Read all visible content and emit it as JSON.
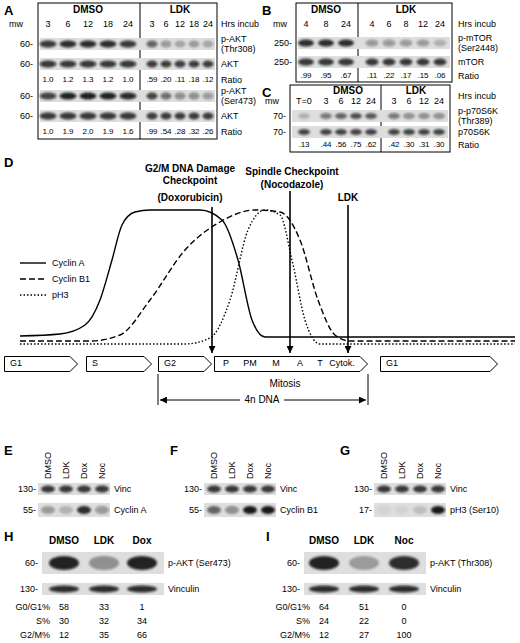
{
  "diagram": {
    "nodes": [
      {
        "text": [
          "G1"
        ]
      },
      {
        "text": [
          "S"
        ]
      },
      {
        "text": [
          "G2"
        ]
      },
      {
        "text": [
          "P",
          "PM",
          "M",
          "A",
          "T",
          "Cytok."
        ]
      },
      {
        "text": [
          "G1"
        ]
      }
    ],
    "labels": [
      "A",
      "DMSO",
      "LDK",
      "Hrs incub",
      "mw",
      "3",
      "6",
      "12",
      "18",
      "24",
      "3",
      "6",
      "12",
      "18",
      "24",
      "60-",
      "p-AKT (Thr308)",
      "60-",
      "AKT",
      "1.0",
      "1.2",
      "1.3",
      "1.2",
      "1.0",
      ".59",
      ".20",
      ".11",
      ".18",
      ".12",
      "Ratio",
      "60-",
      "p-AKT (Ser473)",
      "60-",
      "AKT",
      "1.0",
      "1.9",
      "2.0",
      "1.9",
      "1.6",
      ".99",
      ".54",
      ".28",
      ".32",
      ".26",
      "Ratio",
      "B",
      "DMSO",
      "LDK",
      "Hrs incub",
      "mw",
      "4",
      "8",
      "24",
      "4",
      "6",
      "8",
      "12",
      "24",
      "250-",
      "p-mTOR (Ser2448)",
      "250-",
      "mTOR",
      ".99",
      ".95",
      ".67",
      ".11",
      ".22",
      ".17",
      ".15",
      ".06",
      "Ratio",
      "C",
      "DMSO",
      "LDK",
      "Hrs incub",
      "mw",
      "T=0",
      "3",
      "6",
      "12",
      "24",
      "3",
      "6",
      "12",
      "24",
      "70-",
      "p-p70S6K (Thr389)",
      "70-",
      "p70S6K",
      ".13",
      ".44",
      ".56",
      ".75",
      ".62",
      ".42",
      ".30",
      ".31",
      ".30",
      "Ratio",
      "D",
      "G2/M DNA Damage Checkpoint",
      "(Doxorubicin)",
      "Spindle Checkpoint",
      "(Nocodazole)",
      "LDK",
      "Mitosis",
      "4n DNA",
      "E",
      "DMSO",
      "LDK",
      "Dox",
      "Noc",
      "130-",
      "Vinc",
      "55-",
      "Cyclin A",
      "F",
      "DMSO",
      "LDK",
      "Dox",
      "Noc",
      "130-",
      "Vinc",
      "55-",
      "Cyclin B1",
      "G",
      "DMSO",
      "LDK",
      "Dox",
      "Noc",
      "130-",
      "Vinc",
      "17-",
      "pH3 (Ser10)",
      "H",
      "DMSO",
      "LDK",
      "Dox",
      "60-",
      "p-AKT (Ser473)",
      "130-",
      "Vinculin",
      "G0/G1%",
      "58",
      "33",
      "1",
      "S%",
      "30",
      "32",
      "34",
      "G2/M%",
      "12",
      "35",
      "66",
      "I",
      "DMSO",
      "LDK",
      "Noc",
      "60-",
      "p-AKT (Thr308)",
      "130-",
      "Vinculin",
      "G0/G1%",
      "64",
      "51",
      "0",
      "S%",
      "24",
      "22",
      "0",
      "G2/M%",
      "12",
      "27",
      "100"
    ],
    "legend": [
      {
        "text": "Cyclin A"
      },
      {
        "text": "Cyclin B1"
      },
      {
        "text": "pH3"
      }
    ]
  }
}
